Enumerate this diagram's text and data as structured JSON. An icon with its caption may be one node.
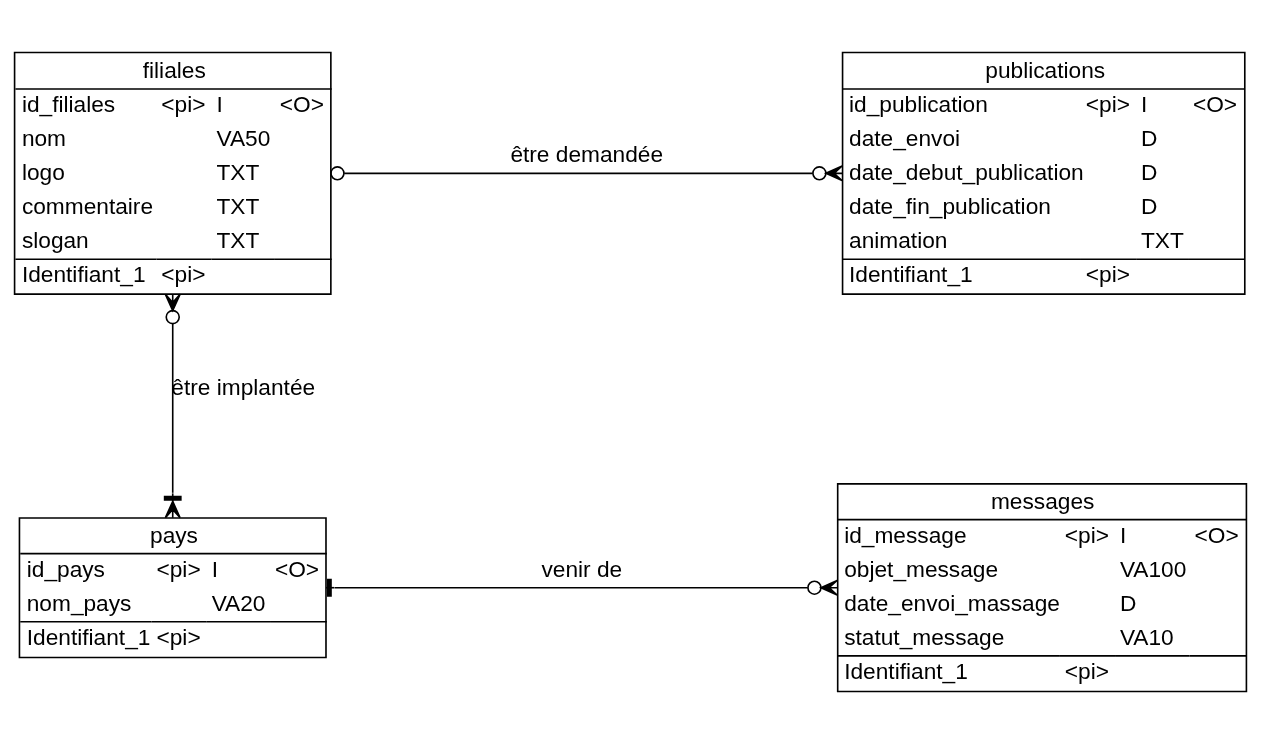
{
  "diagram": {
    "nodes": [
      {
        "text": [
          "filiales",
          "id_filiales",
          "<pi>",
          "I",
          "<O>",
          "nom",
          "VA50",
          "logo",
          "TXT",
          "commentaire",
          "TXT",
          "slogan",
          "TXT",
          "Identifiant_1",
          "<pi>"
        ]
      },
      {
        "text": [
          "publications",
          "id_publication",
          "<pi>",
          "I",
          "<O>",
          "date_envoi",
          "D",
          "date_debut_publication",
          "D",
          "date_fin_publication",
          "D",
          "animation",
          "TXT",
          "Identifiant_1",
          "<pi>"
        ]
      },
      {
        "text": [
          "pays",
          "id_pays",
          "<pi>",
          "I",
          "<O>",
          "nom_pays",
          "VA20",
          "Identifiant_1",
          "<pi>"
        ]
      },
      {
        "text": [
          "messages",
          "id_message",
          "<pi>",
          "I",
          "<O>",
          "objet_message",
          "VA100",
          "date_envoi_massage",
          "D",
          "statut_message",
          "VA10",
          "Identifiant_1",
          "<pi>"
        ]
      }
    ],
    "edges": [
      {
        "from": 0,
        "to": 1,
        "arrow": "other",
        "label": "être demandée"
      },
      {
        "from": 0,
        "to": 2,
        "arrow": "other",
        "label": "être implantée"
      },
      {
        "from": 2,
        "to": 3,
        "arrow": "other",
        "label": "venir de"
      }
    ]
  }
}
